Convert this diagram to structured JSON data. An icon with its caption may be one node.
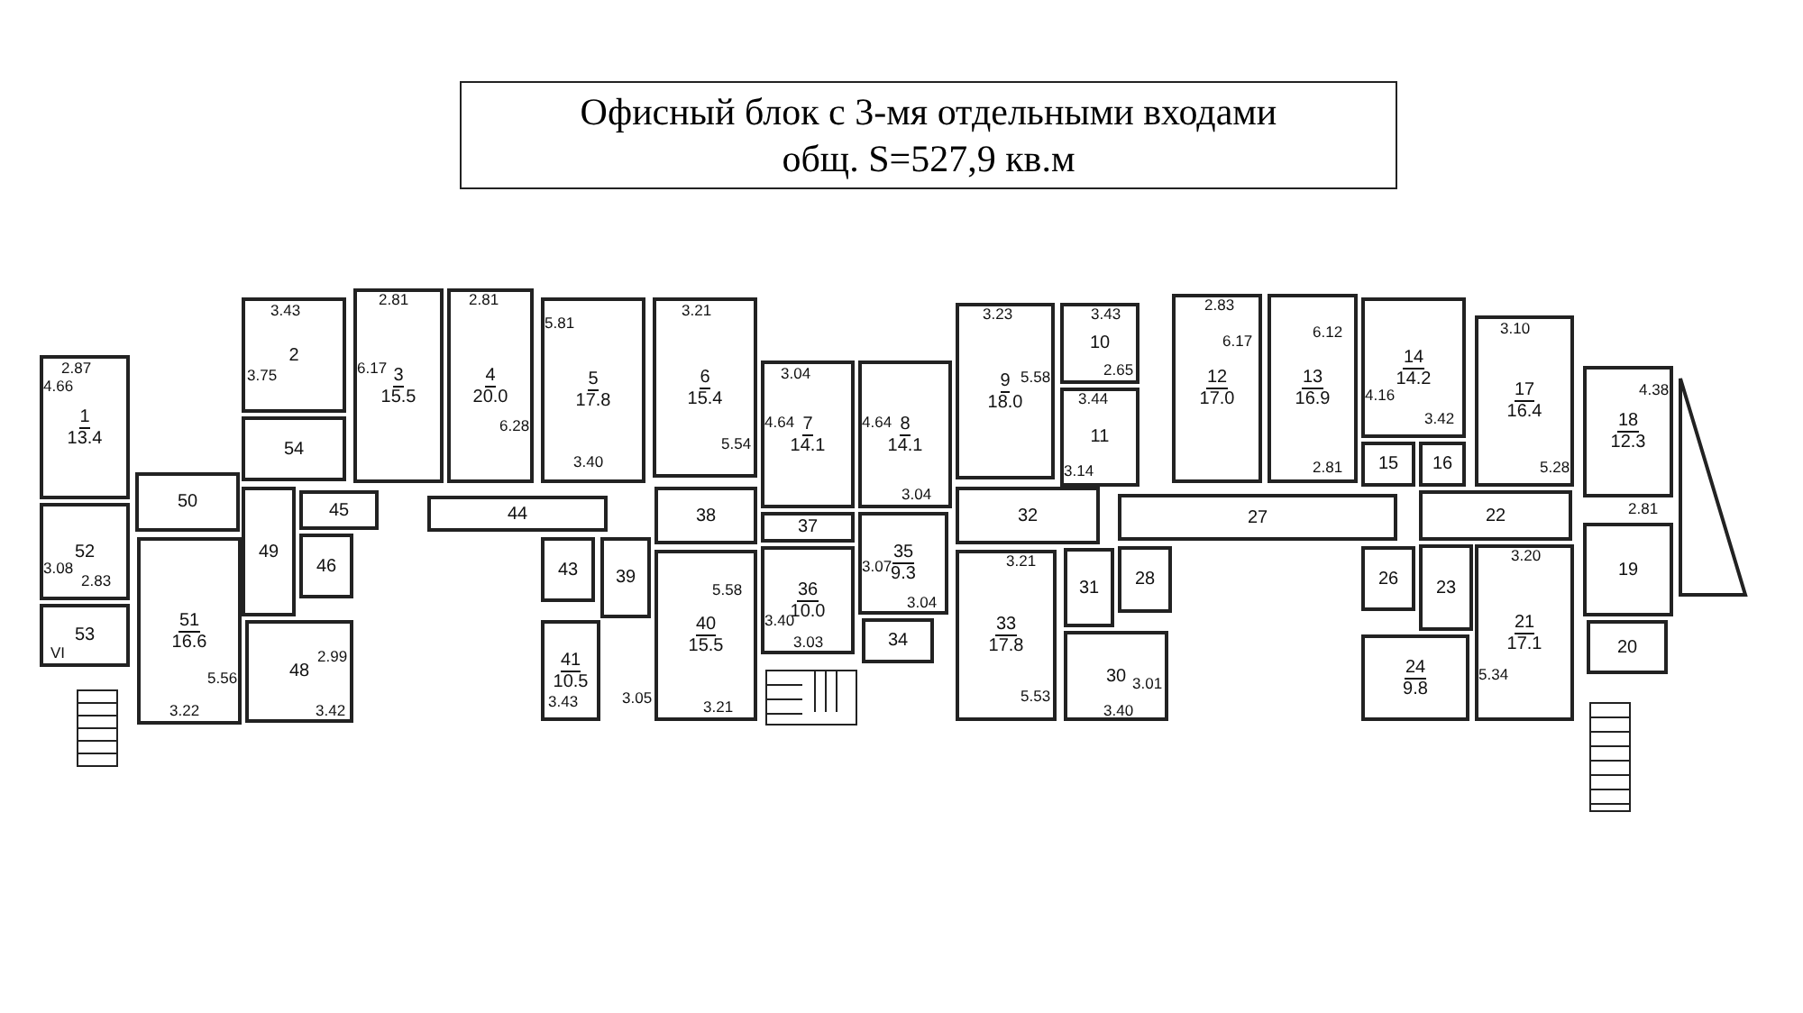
{
  "diagram": {
    "title": "Офисный блок с 3-мя отдельными входами общ. S=527,9 кв.м",
    "nodes": [
      {
        "text": [
          "1",
          "13.4"
        ]
      },
      {
        "text": [
          "52"
        ]
      },
      {
        "text": [
          "53"
        ]
      },
      {
        "text": [
          "50"
        ]
      },
      {
        "text": [
          "51",
          "16.6"
        ]
      },
      {
        "text": [
          "2"
        ]
      },
      {
        "text": [
          "54"
        ]
      },
      {
        "text": [
          "49"
        ]
      },
      {
        "text": [
          "45"
        ]
      },
      {
        "text": [
          "46"
        ]
      },
      {
        "text": [
          "48"
        ]
      },
      {
        "text": [
          "3",
          "15.5"
        ]
      },
      {
        "text": [
          "4",
          "20.0"
        ]
      },
      {
        "text": [
          "44"
        ]
      },
      {
        "text": [
          "5",
          "17.8"
        ]
      },
      {
        "text": [
          "6",
          "15.4"
        ]
      },
      {
        "text": [
          "43"
        ]
      },
      {
        "text": [
          "39"
        ]
      },
      {
        "text": [
          "38"
        ]
      },
      {
        "text": [
          "41",
          "10.5"
        ]
      },
      {
        "text": [
          "40",
          "15.5"
        ]
      },
      {
        "text": [
          "7",
          "14.1"
        ]
      },
      {
        "text": [
          "8",
          "14.1"
        ]
      },
      {
        "text": [
          "37"
        ]
      },
      {
        "text": [
          "36",
          "10.0"
        ]
      },
      {
        "text": [
          "35",
          "9.3"
        ]
      },
      {
        "text": [
          "34"
        ]
      },
      {
        "text": [
          "9",
          "18.0"
        ]
      },
      {
        "text": [
          "10"
        ]
      },
      {
        "text": [
          "11"
        ]
      },
      {
        "text": [
          "32"
        ]
      },
      {
        "text": [
          "33",
          "17.8"
        ]
      },
      {
        "text": [
          "31"
        ]
      },
      {
        "text": [
          "28"
        ]
      },
      {
        "text": [
          "30"
        ]
      },
      {
        "text": [
          "12",
          "17.0"
        ]
      },
      {
        "text": [
          "13",
          "16.9"
        ]
      },
      {
        "text": [
          "27"
        ]
      },
      {
        "text": [
          "14",
          "14.2"
        ]
      },
      {
        "text": [
          "15"
        ]
      },
      {
        "text": [
          "16"
        ]
      },
      {
        "text": [
          "22"
        ]
      },
      {
        "text": [
          "26"
        ]
      },
      {
        "text": [
          "23"
        ]
      },
      {
        "text": [
          "24",
          "9.8"
        ]
      },
      {
        "text": [
          "17",
          "16.4"
        ]
      },
      {
        "text": [
          "21",
          "17.1"
        ]
      },
      {
        "text": [
          "18",
          "12.3"
        ]
      },
      {
        "text": [
          "19"
        ]
      },
      {
        "text": [
          "20"
        ]
      }
    ],
    "labels": [
      "2.87",
      "4.66",
      "3.08",
      "2.83",
      "5.56",
      "3.22",
      "3.43",
      "3.75",
      "2.99",
      "3.42",
      "2.81",
      "6.17",
      "2.81",
      "6.28",
      "5.81",
      "3.40",
      "3.21",
      "5.54",
      "5.58",
      "3.43",
      "3.05",
      "3.21",
      "3.04",
      "4.64",
      "4.64",
      "3.04",
      "3.07",
      "3.40",
      "3.03",
      "3.04",
      "3.23",
      "5.58",
      "3.14",
      "3.21",
      "5.53",
      "3.43",
      "2.65",
      "3.44",
      "3.01",
      "3.40",
      "2.83",
      "6.17",
      "6.12",
      "2.81",
      "4.16",
      "3.42",
      "3.10",
      "5.28",
      "4.38",
      "2.81",
      "3.20",
      "5.34",
      "VI"
    ]
  }
}
